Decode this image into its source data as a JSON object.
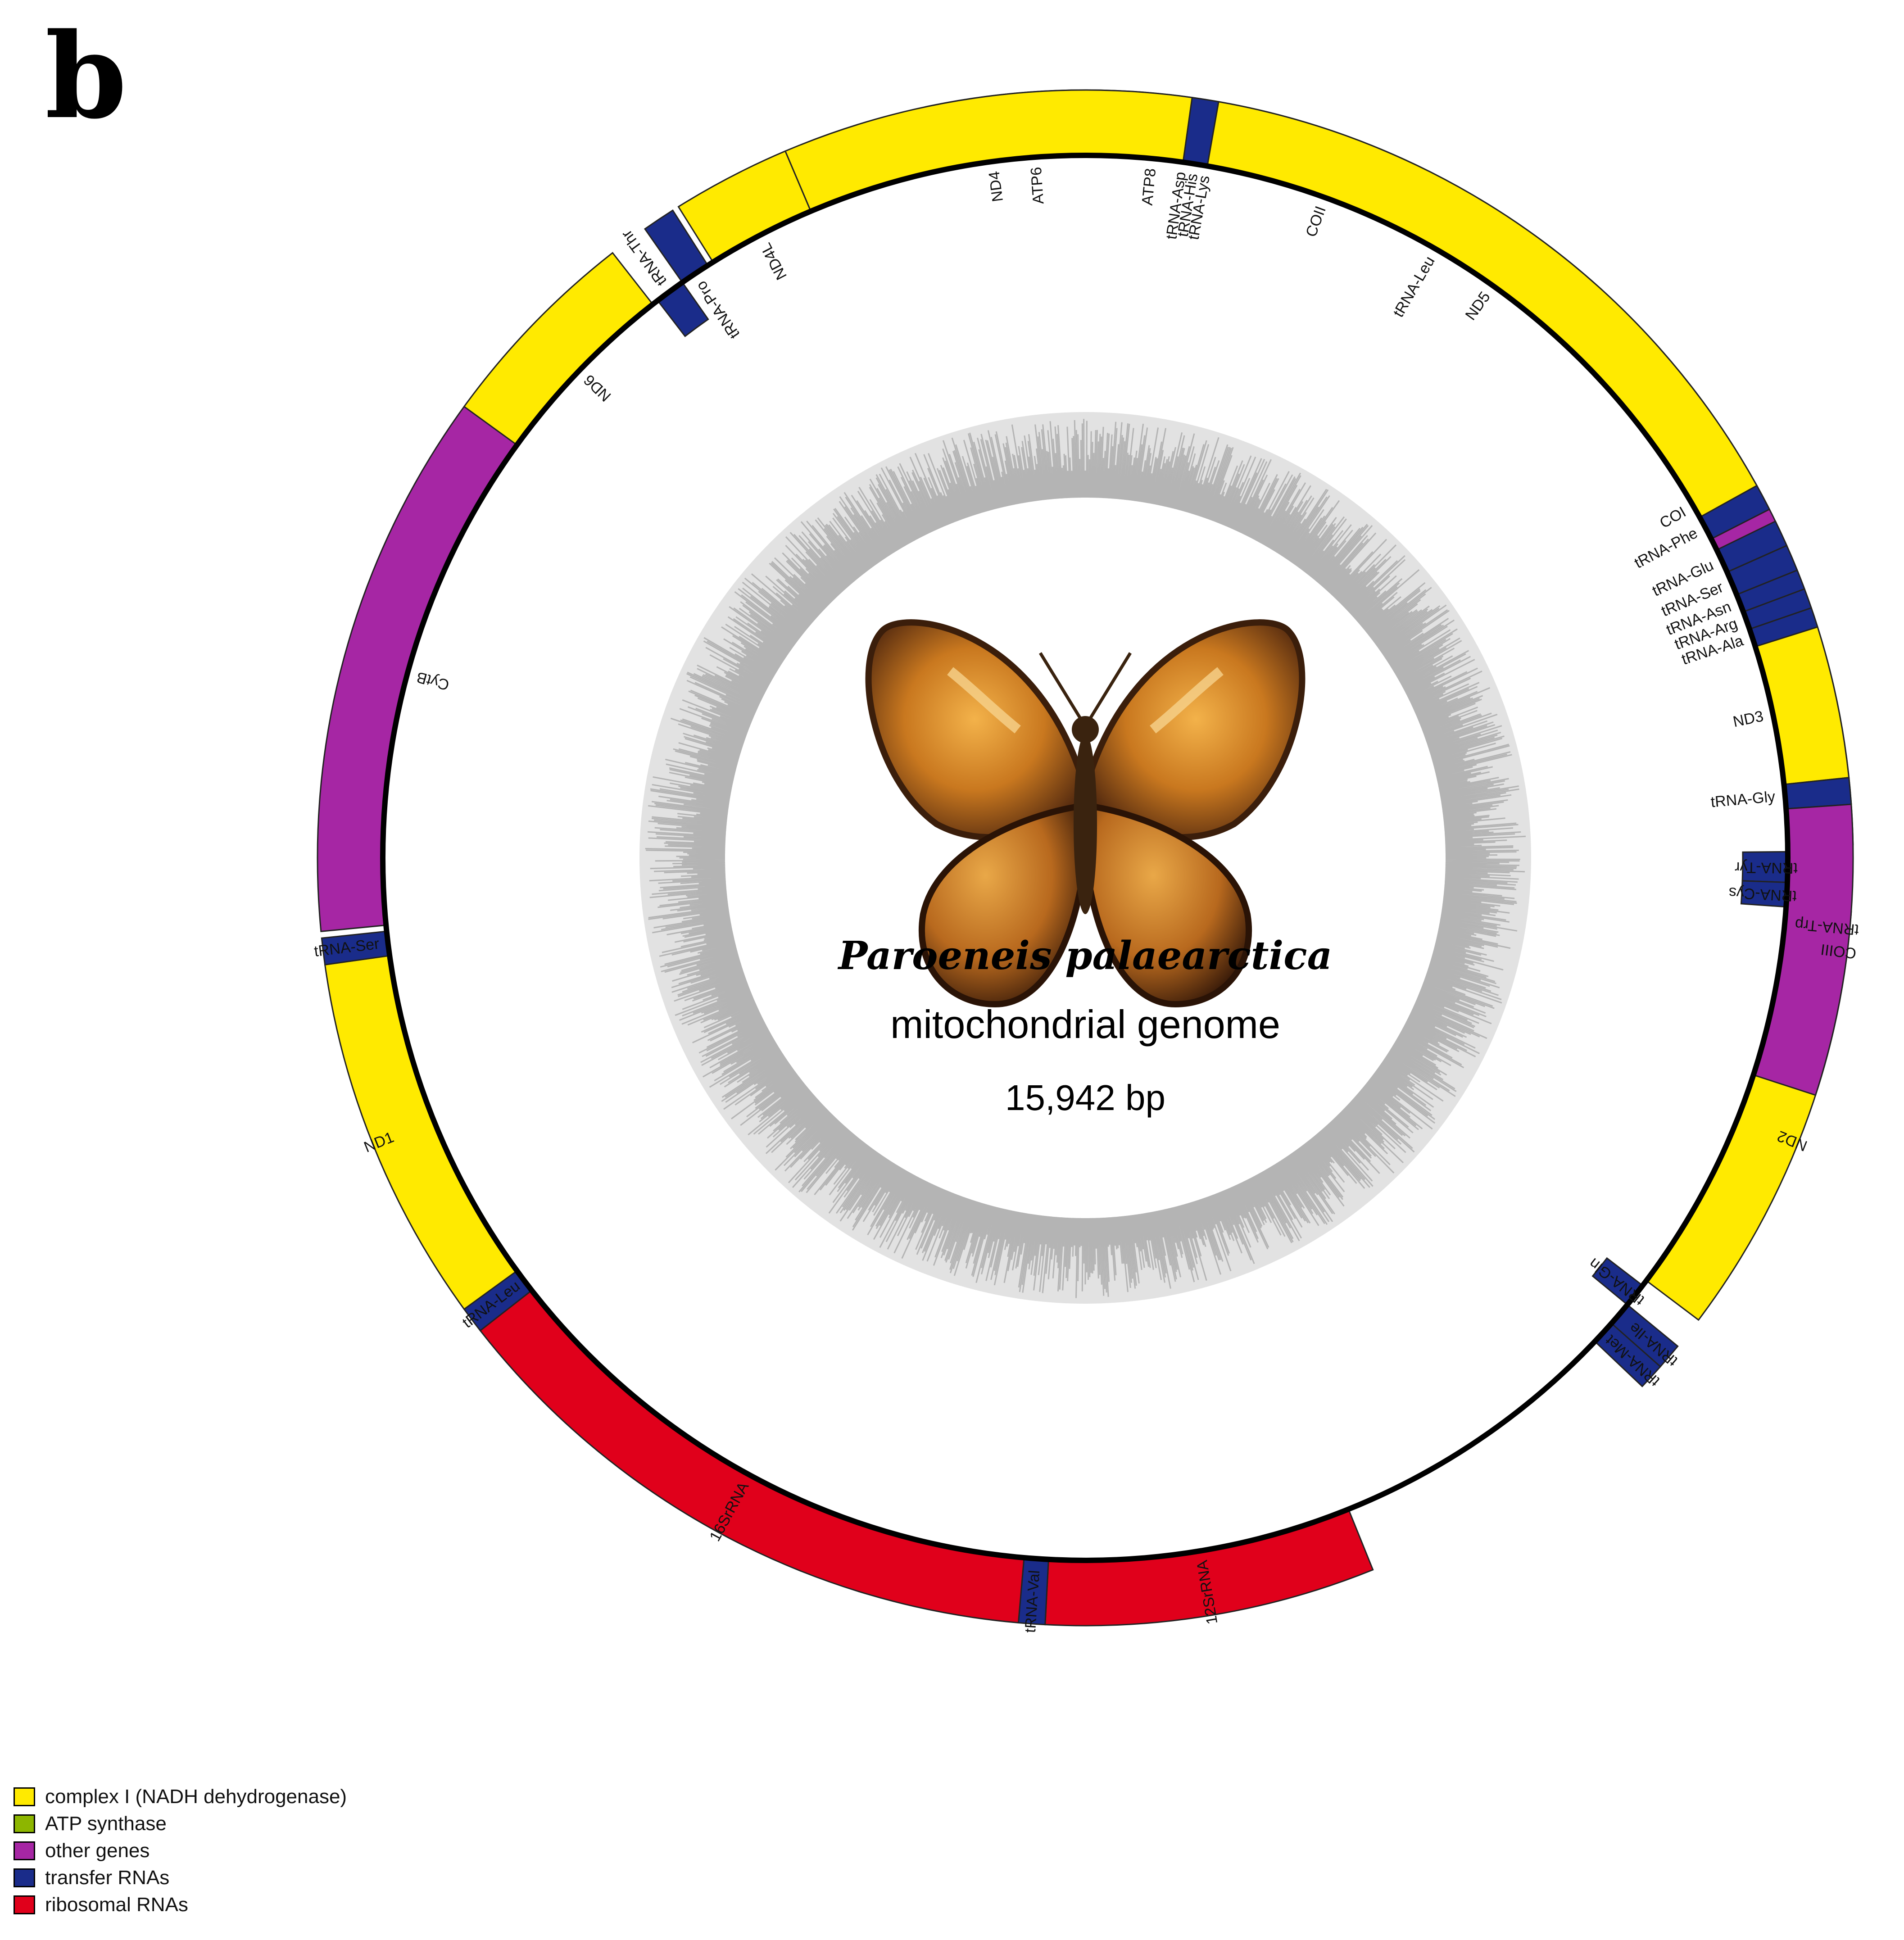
{
  "panel_letter": "b",
  "genome": {
    "species": "Paroeneis palaearctica",
    "title": "mitochondrial genome",
    "length_label": "15,942 bp"
  },
  "colors": {
    "complex_i": "#FFEA00",
    "atp_synthase": "#8DB600",
    "other": "#A626A4",
    "trna": "#1A2C8A",
    "rrna": "#E0001B",
    "gc_band": "#E2E2E2",
    "gc_peaks": "#B4B4B4"
  },
  "legend": [
    {
      "label": "complex I (NADH dehydrogenase)",
      "color": "#FFEA00"
    },
    {
      "label": "ATP synthase",
      "color": "#8DB600"
    },
    {
      "label": "other genes",
      "color": "#A626A4"
    },
    {
      "label": "transfer RNAs",
      "color": "#1A2C8A"
    },
    {
      "label": "ribosomal RNAs",
      "color": "#E0001B"
    }
  ],
  "features": [
    {
      "name": "ATP6",
      "start": 348,
      "end": 364,
      "type": "atp",
      "strand": "outer"
    },
    {
      "name": "ATP8",
      "start": 364,
      "end": 367,
      "type": "atp",
      "strand": "outer"
    },
    {
      "name": "tRNA-Asp",
      "start": 367,
      "end": 369,
      "type": "trna",
      "strand": "outer"
    },
    {
      "name": "tRNA-Lys",
      "start": 369,
      "end": 371,
      "type": "trna",
      "strand": "outer"
    },
    {
      "name": "COII",
      "start": 371,
      "end": 389,
      "type": "other",
      "strand": "outer"
    },
    {
      "name": "tRNA-Leu",
      "start": 389,
      "end": 391,
      "type": "trna",
      "strand": "outer"
    },
    {
      "name": "COI",
      "start": 391,
      "end": 449,
      "type": "other",
      "strand": "outer"
    },
    {
      "name": "tRNA-Tyr",
      "start": 449.5,
      "end": 452,
      "type": "trna",
      "strand": "inner"
    },
    {
      "name": "tRNA-Cys",
      "start": 452,
      "end": 454,
      "type": "trna",
      "strand": "inner"
    },
    {
      "name": "tRNA-Trp",
      "start": 454,
      "end": 456.5,
      "type": "trna",
      "strand": "outer"
    },
    {
      "name": "ND2",
      "start": 456.5,
      "end": 487,
      "type": "complex",
      "strand": "outer"
    },
    {
      "name": "tRNA-Gln",
      "start": 487.5,
      "end": 489.5,
      "type": "trna",
      "strand": "inner"
    },
    {
      "name": "tRNA-Ile",
      "start": 489.5,
      "end": 491.5,
      "type": "trna",
      "strand": "outer"
    },
    {
      "name": "tRNA-Met",
      "start": 491.5,
      "end": 493.5,
      "type": "trna",
      "strand": "outer"
    },
    {
      "name": "12SrRNA",
      "start": 518,
      "end": 543,
      "type": "rrna",
      "strand": "outer"
    },
    {
      "name": "tRNA-Val",
      "start": 543,
      "end": 545,
      "type": "trna",
      "strand": "outer"
    },
    {
      "name": "16SrRNA",
      "start": 545,
      "end": 592,
      "type": "rrna",
      "strand": "outer"
    },
    {
      "name": "tRNA-Leu",
      "start": 592,
      "end": 594,
      "type": "trna",
      "strand": "outer"
    },
    {
      "name": "ND1",
      "start": 594,
      "end": 622,
      "type": "complex",
      "strand": "outer"
    },
    {
      "name": "tRNA-Ser",
      "start": 622,
      "end": 624,
      "type": "trna",
      "strand": "outer"
    },
    {
      "name": "CytB",
      "start": 624.5,
      "end": 666,
      "type": "other",
      "strand": "outer"
    },
    {
      "name": "ND6",
      "start": 666,
      "end": 682,
      "type": "complex",
      "strand": "outer"
    },
    {
      "name": "tRNA-Thr",
      "start": 682.5,
      "end": 685,
      "type": "trna",
      "strand": "inner"
    },
    {
      "name": "tRNA-Pro",
      "start": 685,
      "end": 687.5,
      "type": "trna",
      "strand": "outer"
    },
    {
      "name": "ND4L",
      "start": 688,
      "end": 697,
      "type": "complex",
      "strand": "outer"
    },
    {
      "name": "ND4",
      "start": 697,
      "end": 728,
      "type": "complex",
      "strand": "outer"
    },
    {
      "name": "tRNA-His",
      "start": 728,
      "end": 730,
      "type": "trna",
      "strand": "outer"
    },
    {
      "name": "ND5",
      "start": 730,
      "end": 781,
      "type": "complex",
      "strand": "outer"
    },
    {
      "name": "tRNA-Phe",
      "start": 781,
      "end": 783,
      "type": "trna",
      "strand": "outer"
    },
    {
      "name": "tRNA-Glu",
      "start": 784,
      "end": 786,
      "type": "trna",
      "strand": "outer"
    },
    {
      "name": "tRNA-Ser",
      "start": 786,
      "end": 788,
      "type": "trna",
      "strand": "outer"
    },
    {
      "name": "tRNA-Asn",
      "start": 788,
      "end": 789.5,
      "type": "trna",
      "strand": "outer"
    },
    {
      "name": "tRNA-Arg",
      "start": 789.5,
      "end": 791,
      "type": "trna",
      "strand": "outer"
    },
    {
      "name": "tRNA-Ala",
      "start": 791,
      "end": 792.5,
      "type": "trna",
      "strand": "outer"
    },
    {
      "name": "ND3",
      "start": 792.5,
      "end": 804,
      "type": "complex",
      "strand": "outer"
    },
    {
      "name": "tRNA-Gly",
      "start": 804,
      "end": 806,
      "type": "trna",
      "strand": "outer"
    },
    {
      "name": "COIII",
      "start": 806,
      "end": 828,
      "type": "other",
      "strand": "outer"
    }
  ]
}
